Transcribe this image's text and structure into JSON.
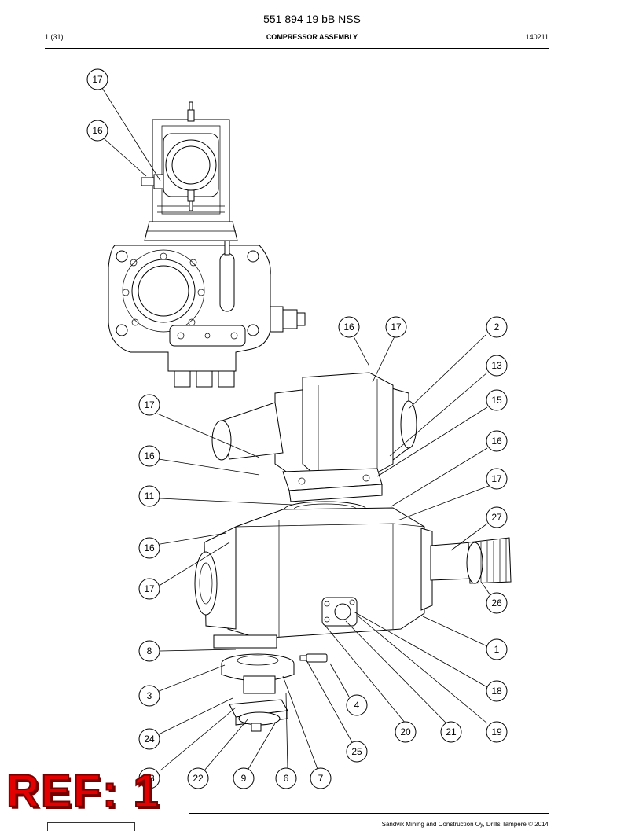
{
  "header": {
    "doc_title": "551 894 19 bB NSS",
    "page_no": "1 (31)",
    "section_title": "COMPRESSOR ASSEMBLY",
    "date_code": "140211"
  },
  "footer": {
    "copyright": "Sandvik Mining and Construction Oy, Drills Tampere © 2014"
  },
  "stamp": {
    "text": "REF: 1",
    "color": "#e30000"
  },
  "callouts": [
    {
      "label": "17"
    },
    {
      "label": "16"
    },
    {
      "label": "16"
    },
    {
      "label": "17"
    },
    {
      "label": "2"
    },
    {
      "label": "13"
    },
    {
      "label": "17"
    },
    {
      "label": "15"
    },
    {
      "label": "16"
    },
    {
      "label": "16"
    },
    {
      "label": "17"
    },
    {
      "label": "11"
    },
    {
      "label": "27"
    },
    {
      "label": "16"
    },
    {
      "label": "17"
    },
    {
      "label": "26"
    },
    {
      "label": "8"
    },
    {
      "label": "1"
    },
    {
      "label": "3"
    },
    {
      "label": "18"
    },
    {
      "label": "4"
    },
    {
      "label": "24"
    },
    {
      "label": "20"
    },
    {
      "label": "21"
    },
    {
      "label": "19"
    },
    {
      "label": "25"
    },
    {
      "label": "23"
    },
    {
      "label": "22"
    },
    {
      "label": "9"
    },
    {
      "label": "6"
    },
    {
      "label": "7"
    }
  ]
}
